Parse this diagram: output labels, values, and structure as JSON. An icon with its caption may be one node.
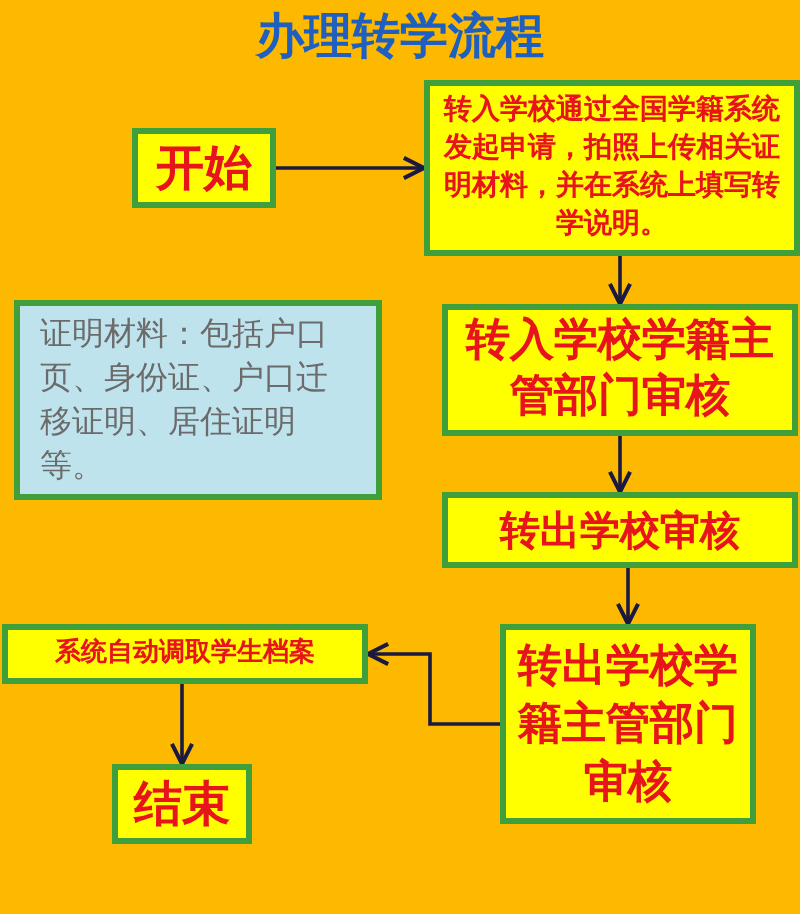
{
  "diagram": {
    "title": "办理转学流程",
    "nodes": [
      {
        "text": [
          "开始"
        ]
      },
      {
        "text": [
          "转入学校通过全国学籍系统发起申请，拍照上传相关证明材料，并在系统上填写转学说明。"
        ]
      },
      {
        "text": [
          "证明材料：包括户口页、身份证、户口迁移证明、居住证明等。"
        ]
      },
      {
        "text": [
          "转入学校学籍主管部门审核"
        ]
      },
      {
        "text": [
          "转出学校审核"
        ]
      },
      {
        "text": [
          "转出学校学籍主管部门审核"
        ]
      },
      {
        "text": [
          "系统自动调取学生档案"
        ]
      },
      {
        "text": [
          "结束"
        ]
      }
    ],
    "edges": [
      {
        "from": 0,
        "to": 1,
        "arrow": "to"
      },
      {
        "from": 1,
        "to": 3,
        "arrow": "to"
      },
      {
        "from": 3,
        "to": 4,
        "arrow": "to"
      },
      {
        "from": 4,
        "to": 5,
        "arrow": "to"
      },
      {
        "from": 5,
        "to": 6,
        "arrow": "to"
      },
      {
        "from": 6,
        "to": 7,
        "arrow": "to"
      }
    ]
  }
}
